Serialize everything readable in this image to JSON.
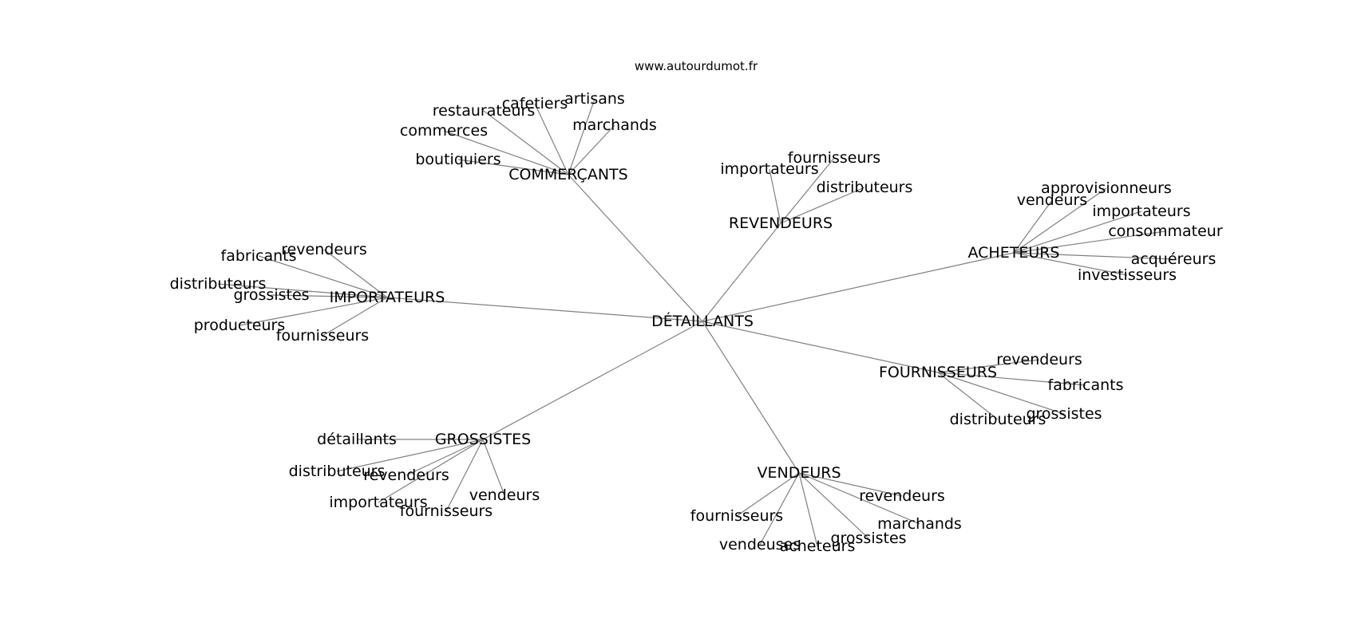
{
  "watermark": "www.autourdumot.fr",
  "graph": {
    "center": "DÉTAILLANTS",
    "groups": [
      {
        "hub": "COMMERÇANTS",
        "leaves": [
          "artisans",
          "cafetiers",
          "restaurateurs",
          "marchands",
          "commerces",
          "boutiquiers"
        ]
      },
      {
        "hub": "REVENDEURS",
        "leaves": [
          "fournisseurs",
          "importateurs",
          "distributeurs"
        ]
      },
      {
        "hub": "ACHETEURS",
        "leaves": [
          "approvisionneurs",
          "vendeurs",
          "importateurs",
          "consommateur",
          "acquéreurs",
          "investisseurs"
        ]
      },
      {
        "hub": "IMPORTATEURS",
        "leaves": [
          "revendeurs",
          "fabricants",
          "distributeurs",
          "grossistes",
          "producteurs",
          "fournisseurs"
        ]
      },
      {
        "hub": "FOURNISSEURS",
        "leaves": [
          "revendeurs",
          "fabricants",
          "grossistes",
          "distributeurs"
        ]
      },
      {
        "hub": "GROSSISTES",
        "leaves": [
          "détaillants",
          "distributeurs",
          "revendeurs",
          "vendeurs",
          "importateurs",
          "fournisseurs"
        ]
      },
      {
        "hub": "VENDEURS",
        "leaves": [
          "revendeurs",
          "fournisseurs",
          "marchands",
          "grossistes",
          "vendeuses",
          "acheteurs"
        ]
      }
    ]
  }
}
